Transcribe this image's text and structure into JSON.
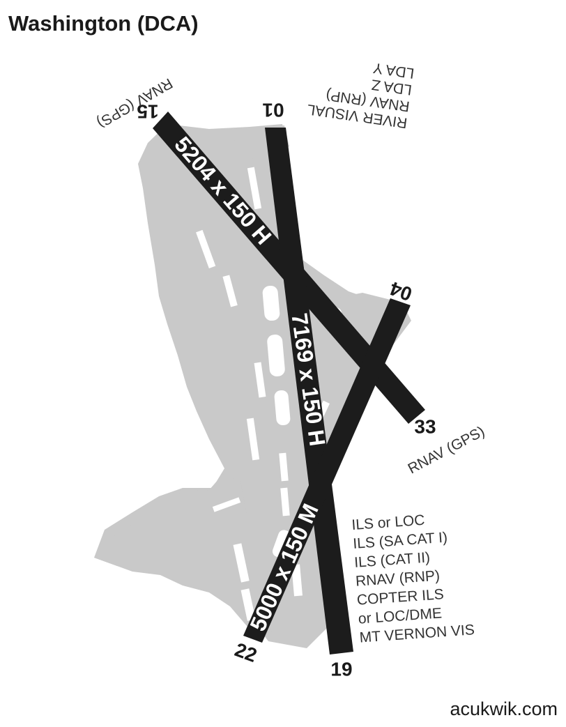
{
  "title": "Washington (DCA)",
  "credit": "acukwik.com",
  "colors": {
    "runway": "#1c1c1c",
    "airport_area": "#c9c9c9",
    "text": "#1a1a1a",
    "approach_text": "#333333"
  },
  "runways": {
    "r15_33": {
      "end_a": "15",
      "end_b": "33",
      "dimensions": "5204 x 150 H"
    },
    "r1_19": {
      "end_a": "01",
      "end_b": "19",
      "dimensions": "7169 x 150 H"
    },
    "r4_22": {
      "end_a": "04",
      "end_b": "22",
      "dimensions": "5000 x 150 M"
    }
  },
  "approaches": {
    "rwy15": [
      "RNAV (GPS)"
    ],
    "rwy19": [
      "RIVER VISUAL",
      "RNAV (RNP)",
      "LDA Z",
      "LDA Y"
    ],
    "rwy33": [
      "RNAV (GPS)"
    ],
    "rwy01": [
      "ILS or LOC",
      "ILS (SA CAT I)",
      "ILS (CAT II)",
      "RNAV (RNP)",
      "COPTER ILS",
      "or LOC/DME",
      "MT VERNON VIS"
    ]
  }
}
